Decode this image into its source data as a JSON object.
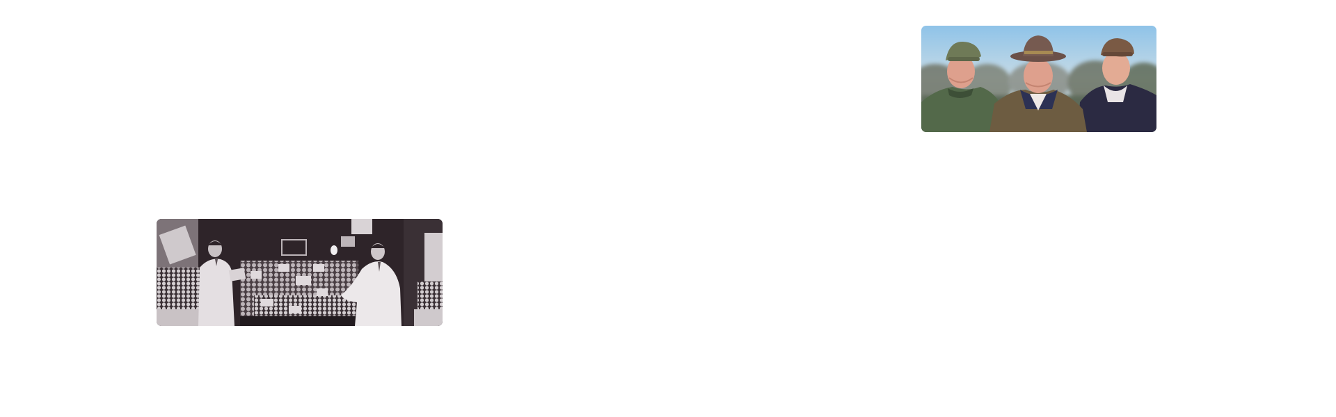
{
  "page": {
    "background": "#ffffff"
  },
  "images": [
    {
      "id": "team",
      "kind": "color-photo",
      "subject_icon": "three-men-in-flat-caps-photo",
      "palette": {
        "sky": "#9cc8e6",
        "trees": "#6e7566",
        "jacket_left": "#4f6a45",
        "jacket_mid": "#6b5a3e",
        "jacket_right": "#2a2840",
        "skin": "#e0a58f"
      }
    },
    {
      "id": "archive",
      "kind": "sepia-photo",
      "subject_icon": "vintage-fruit-stall-photo",
      "palette": {
        "dark": "#2e2429",
        "light": "#e8e4e6",
        "mid": "#9a9094"
      }
    }
  ]
}
